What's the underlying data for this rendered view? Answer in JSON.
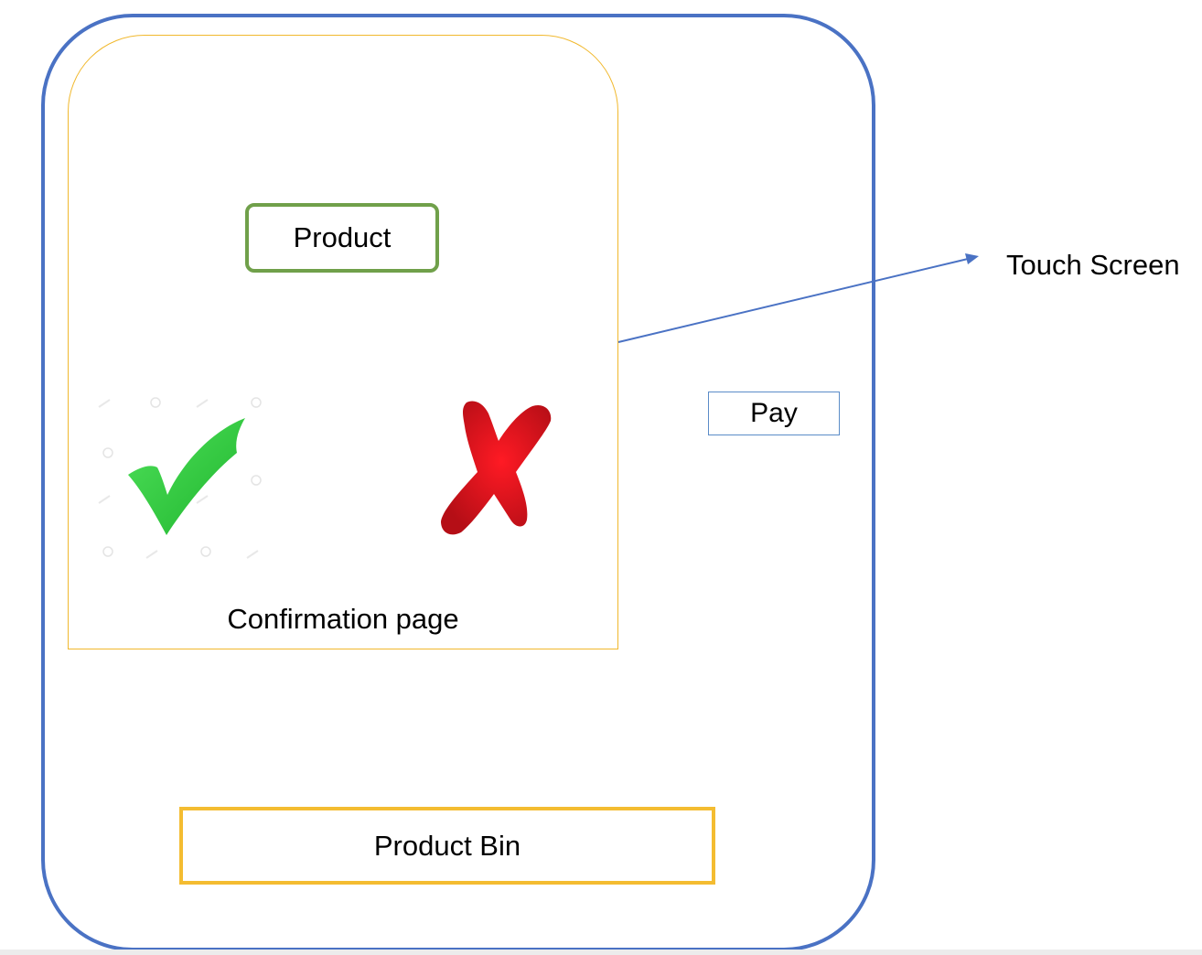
{
  "diagram": {
    "touch_screen_label": "Touch Screen",
    "confirmation_page_label": "Confirmation page",
    "product_label": "Product",
    "pay_label": "Pay",
    "product_bin_label": "Product Bin"
  },
  "icons": {
    "confirm": "check-mark-icon",
    "reject": "x-mark-icon"
  },
  "colors": {
    "outer_frame": "#4a72c4",
    "screen_frame": "#f1b82d",
    "product_border": "#70a04a",
    "bin_border": "#f4bc31",
    "pay_border": "#5b8cc8",
    "check_green": "#2ecc40",
    "cross_red": "#e0141e"
  }
}
